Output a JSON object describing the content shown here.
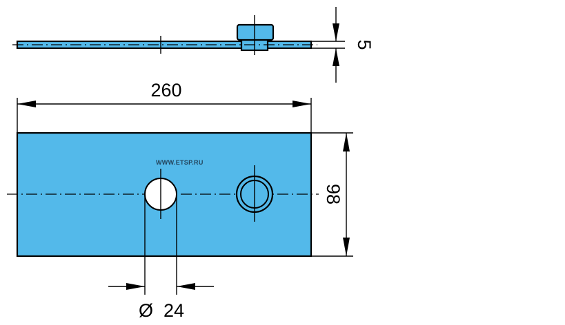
{
  "drawing": {
    "dimensions": {
      "length": "260",
      "width": "98",
      "thickness": "5",
      "hole_diameter": "Ø  24"
    },
    "watermark": "WWW.ETSP.RU",
    "colors": {
      "part_fill": "#53b9ea",
      "outline": "#000000",
      "background": "#ffffff"
    }
  }
}
